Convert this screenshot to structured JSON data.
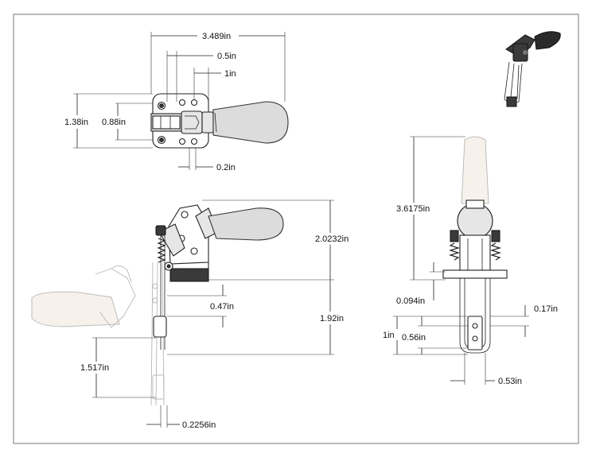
{
  "dimensions": {
    "top_view": {
      "overall_length": "3.489in",
      "bolt_spacing": "0.5in",
      "slot_offset": "1in",
      "height_outer": "1.38in",
      "height_inner": "0.88in",
      "small_width": "0.2in"
    },
    "side_view": {
      "handle_height": "2.0232in",
      "hook_offset": "0.47in",
      "stroke_depth": "1.92in",
      "open_travel": "1.517in",
      "rod_diameter": "0.2256in"
    },
    "front_view": {
      "total_height": "3.6175in",
      "plate_thickness": "0.094in",
      "hook_thickness": "0.17in",
      "loop_height": "1in",
      "loop_inner": "0.56in",
      "loop_width": "0.53in"
    }
  }
}
